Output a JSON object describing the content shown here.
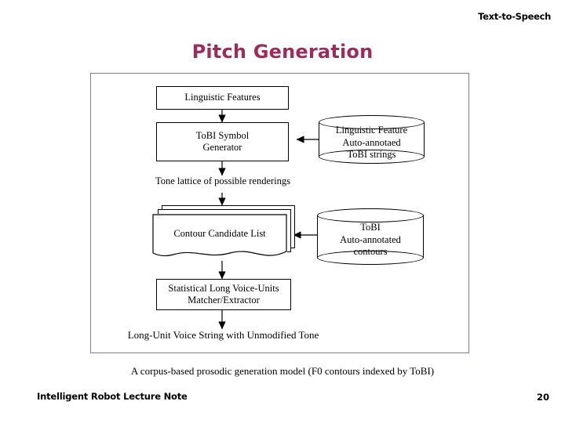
{
  "header": {
    "label": "Text-to-Speech"
  },
  "title": "Pitch Generation",
  "diagram": {
    "boxes": [
      {
        "name": "linguistic-features",
        "label": "Linguistic Features"
      },
      {
        "name": "tobi-symbol-generator",
        "label": "ToBI Symbol\nGenerator"
      },
      {
        "name": "contour-candidate-list",
        "label": "Contour Candidate List"
      },
      {
        "name": "statistical-matcher",
        "label": "Statistical Long Voice-Units\nMatcher/Extractor"
      }
    ],
    "databases": [
      {
        "name": "linguistic-feature-db",
        "label": "Linguistic Feature\nAuto-annotaed\nToBI strings"
      },
      {
        "name": "tobi-contour-db",
        "label": "ToBI\nAuto-annotated\ncontours"
      }
    ],
    "labels": [
      {
        "name": "tone-lattice-label",
        "label": "Tone lattice of possible renderings"
      },
      {
        "name": "output-label",
        "label": "Long-Unit Voice String with Unmodified Tone"
      }
    ]
  },
  "caption": "A corpus-based prosodic generation model (F0 contours indexed by ToBI)",
  "footer": {
    "left": "Intelligent Robot Lecture Note",
    "page": "20"
  },
  "colors": {
    "title": "#9e2b5c",
    "frame_border": "#7b7b9e",
    "text": "#000000",
    "background": "#ffffff"
  }
}
